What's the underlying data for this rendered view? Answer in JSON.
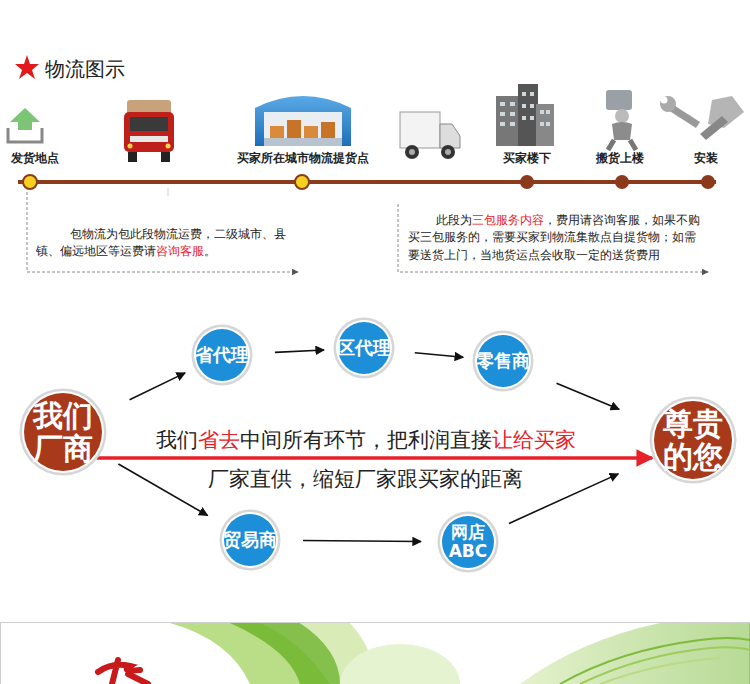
{
  "diagram": {
    "title": "物流图示",
    "nodes": [
      {
        "text": [
          "我们 厂商"
        ]
      },
      {
        "text": [
          "省代理"
        ]
      },
      {
        "text": [
          "区代理"
        ]
      },
      {
        "text": [
          "零售商"
        ]
      },
      {
        "text": [
          "尊贵 的您"
        ]
      },
      {
        "text": [
          "贸易商"
        ]
      },
      {
        "text": [
          "网店 ABC"
        ]
      }
    ],
    "edges": [
      {
        "from": 0,
        "to": 1,
        "arrow": "to"
      },
      {
        "from": 1,
        "to": 2,
        "arrow": "to"
      },
      {
        "from": 2,
        "to": 3,
        "arrow": "to"
      },
      {
        "from": 3,
        "to": 4,
        "arrow": "to"
      },
      {
        "from": 0,
        "to": 4,
        "arrow": "to",
        "label": "我们省去中间所有环节，把利润直接让给买家"
      },
      {
        "from": 0,
        "to": 5,
        "arrow": "to"
      },
      {
        "from": 5,
        "to": 6,
        "arrow": "to"
      },
      {
        "from": 6,
        "to": 4,
        "arrow": "to"
      }
    ],
    "labels": [
      "发货地点",
      "买家所在城市物流提货点",
      "买家楼下",
      "搬货上楼",
      "安装",
      "包物流为包此段物流运费，二级城市、县镇、偏远地区等运费请咨询客服。",
      "此段为三包服务内容，费用请咨询客服，如果不购买三包服务的，需要买家到物流集散点自提货物；如需要送货上门，当地货运点会收取一定的送货费用",
      "厂家直供，缩短厂家跟买家的距离"
    ]
  }
}
